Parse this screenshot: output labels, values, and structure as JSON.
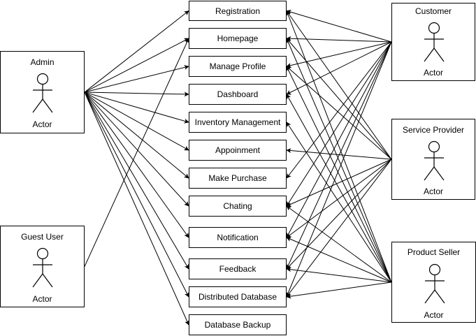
{
  "use_cases": [
    {
      "id": "registration",
      "label": "Registration"
    },
    {
      "id": "homepage",
      "label": "Homepage"
    },
    {
      "id": "manage-profile",
      "label": "Manage Profile"
    },
    {
      "id": "dashboard",
      "label": "Dashboard"
    },
    {
      "id": "inventory-management",
      "label": "Inventory Management"
    },
    {
      "id": "appoinment",
      "label": "Appoinment"
    },
    {
      "id": "make-purchase",
      "label": "Make Purchase"
    },
    {
      "id": "chating",
      "label": "Chating"
    },
    {
      "id": "notification",
      "label": "Notification"
    },
    {
      "id": "feedback",
      "label": "Feedback"
    },
    {
      "id": "distributed-database",
      "label": "Distributed Database"
    },
    {
      "id": "database-backup",
      "label": "Database Backup"
    }
  ],
  "actors": [
    {
      "id": "admin",
      "title": "Admin",
      "label": "Actor"
    },
    {
      "id": "guest-user",
      "title": "Guest User",
      "label": "Actor"
    },
    {
      "id": "customer",
      "title": "Customer",
      "label": "Actor"
    },
    {
      "id": "service-provider",
      "title": "Service Provider",
      "label": "Actor"
    },
    {
      "id": "product-seller",
      "title": "Product Seller",
      "label": "Actor"
    }
  ],
  "associations": [
    {
      "from": "admin",
      "to": "registration"
    },
    {
      "from": "admin",
      "to": "homepage"
    },
    {
      "from": "admin",
      "to": "manage-profile"
    },
    {
      "from": "admin",
      "to": "dashboard"
    },
    {
      "from": "admin",
      "to": "inventory-management"
    },
    {
      "from": "admin",
      "to": "appoinment"
    },
    {
      "from": "admin",
      "to": "make-purchase"
    },
    {
      "from": "admin",
      "to": "chating"
    },
    {
      "from": "admin",
      "to": "notification"
    },
    {
      "from": "admin",
      "to": "feedback"
    },
    {
      "from": "admin",
      "to": "distributed-database"
    },
    {
      "from": "admin",
      "to": "database-backup"
    },
    {
      "from": "guest-user",
      "to": "homepage"
    },
    {
      "from": "customer",
      "to": "registration"
    },
    {
      "from": "customer",
      "to": "homepage"
    },
    {
      "from": "customer",
      "to": "manage-profile"
    },
    {
      "from": "customer",
      "to": "dashboard"
    },
    {
      "from": "customer",
      "to": "make-purchase"
    },
    {
      "from": "customer",
      "to": "chating"
    },
    {
      "from": "customer",
      "to": "notification"
    },
    {
      "from": "customer",
      "to": "feedback"
    },
    {
      "from": "customer",
      "to": "distributed-database"
    },
    {
      "from": "service-provider",
      "to": "registration"
    },
    {
      "from": "service-provider",
      "to": "homepage"
    },
    {
      "from": "service-provider",
      "to": "manage-profile"
    },
    {
      "from": "service-provider",
      "to": "appoinment"
    },
    {
      "from": "service-provider",
      "to": "chating"
    },
    {
      "from": "service-provider",
      "to": "notification"
    },
    {
      "from": "service-provider",
      "to": "feedback"
    },
    {
      "from": "service-provider",
      "to": "distributed-database"
    },
    {
      "from": "product-seller",
      "to": "registration"
    },
    {
      "from": "product-seller",
      "to": "homepage"
    },
    {
      "from": "product-seller",
      "to": "manage-profile"
    },
    {
      "from": "product-seller",
      "to": "dashboard"
    },
    {
      "from": "product-seller",
      "to": "inventory-management"
    },
    {
      "from": "product-seller",
      "to": "chating"
    },
    {
      "from": "product-seller",
      "to": "notification"
    },
    {
      "from": "product-seller",
      "to": "feedback"
    },
    {
      "from": "product-seller",
      "to": "distributed-database"
    }
  ]
}
